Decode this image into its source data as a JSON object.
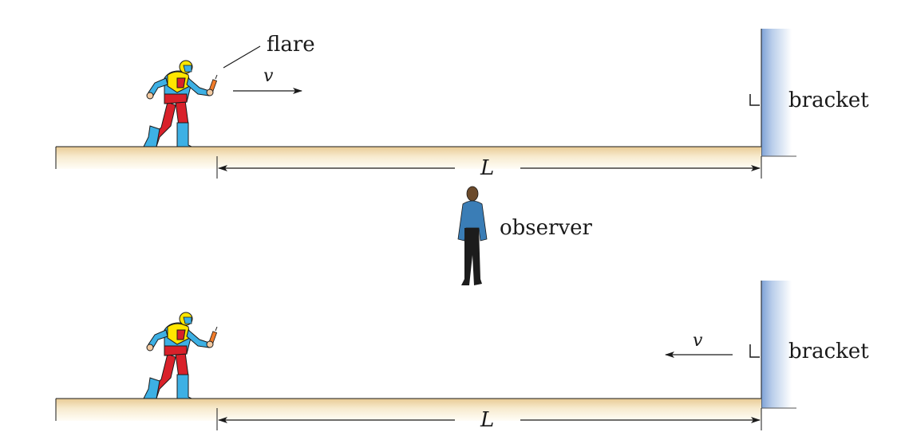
{
  "labels": {
    "flare": "flare",
    "velocity_top": "v",
    "velocity_bottom": "v",
    "bracket_top": "bracket",
    "bracket_bottom": "bracket",
    "length_top": "L",
    "length_bottom": "L",
    "observer": "observer"
  },
  "colors": {
    "platform_top": "#f6e7c6",
    "platform_bottom": "#e8c98f",
    "wall_light": "#f4f7fc",
    "wall_dark": "#8eaedb",
    "suit_blue": "#3db0e4",
    "suit_red": "#d9212a",
    "suit_yellow": "#ffe600",
    "observer_shirt": "#3a7db6",
    "observer_pants": "#1c1c1c"
  }
}
